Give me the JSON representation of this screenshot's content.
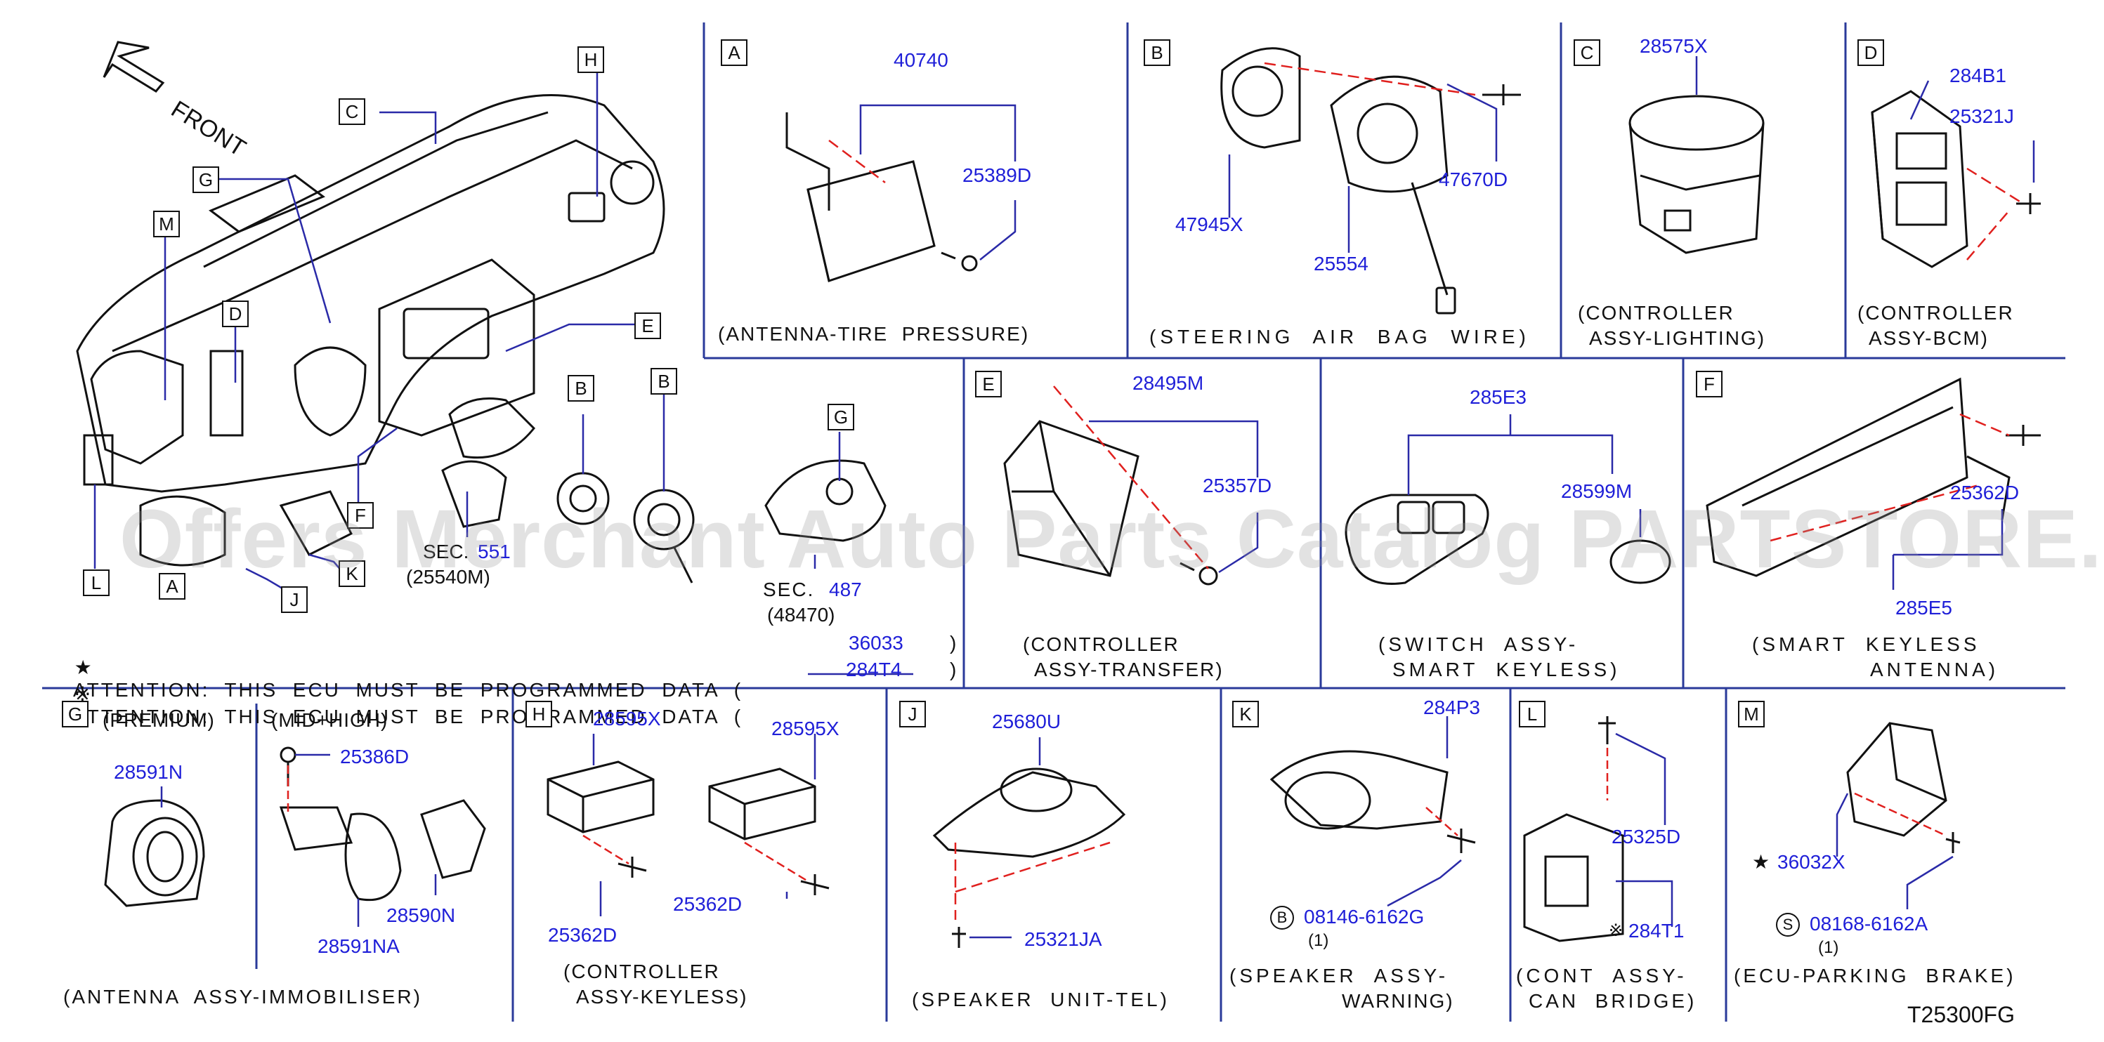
{
  "callouts": {
    "A": "A",
    "B": "B",
    "C": "C",
    "D": "D",
    "E": "E",
    "F": "F",
    "G": "G",
    "H": "H",
    "J": "J",
    "K": "K",
    "L": "L",
    "M": "M"
  },
  "overview": {
    "front_label": "FRONT",
    "sec_551_prefix": "SEC.",
    "sec_551_num": "551",
    "sec_551_sub": "(25540M)",
    "sec_487_prefix": "SEC.",
    "sec_487_num": "487",
    "sec_487_sub": "(48470)"
  },
  "attention": {
    "star_symbol": "★",
    "kome_symbol": "※",
    "text": "ATTENTION:  THIS  ECU  MUST  BE  PROGRAMMED  DATA  (",
    "close": ")",
    "star_code": "36033",
    "kome_code": "284T4"
  },
  "sections": {
    "A": {
      "parts": [
        "40740",
        "25389D"
      ],
      "caption": "(ANTENNA-TIRE  PRESSURE)"
    },
    "B": {
      "parts": [
        "47945X",
        "25554",
        "47670D"
      ],
      "caption": "(STEERING  AIR  BAG  WIRE)"
    },
    "C": {
      "parts": [
        "28575X"
      ],
      "caption_1": "(CONTROLLER",
      "caption_2": "ASSY-LIGHTING)"
    },
    "D": {
      "parts": [
        "284B1",
        "25321J"
      ],
      "caption_1": "(CONTROLLER",
      "caption_2": "ASSY-BCM)"
    },
    "E": {
      "parts": [
        "28495M",
        "25357D"
      ],
      "caption_1": "(CONTROLLER",
      "caption_2": "ASSY-TRANSFER)"
    },
    "SW": {
      "parts": [
        "285E3",
        "28599M"
      ],
      "caption_1": "(SWITCH  ASSY-",
      "caption_2": "SMART  KEYLESS)"
    },
    "F": {
      "parts": [
        "25362D",
        "285E5"
      ],
      "caption_1": "(SMART  KEYLESS",
      "caption_2": "ANTENNA)"
    },
    "G": {
      "premium": "(PREMIUM)",
      "midhigh": "(MID+HIGH)",
      "parts": [
        "28591N",
        "25386D",
        "28590N",
        "28591NA"
      ],
      "caption": "(ANTENNA  ASSY-IMMOBILISER)"
    },
    "H": {
      "parts": [
        "28595X",
        "28595X",
        "25362D",
        "25362D"
      ],
      "caption_1": "(CONTROLLER",
      "caption_2": "ASSY-KEYLESS)"
    },
    "J": {
      "parts": [
        "25680U",
        "25321JA"
      ],
      "caption": "(SPEAKER  UNIT-TEL)"
    },
    "K": {
      "parts": [
        "284P3",
        "08146-6162G"
      ],
      "bolt_symbol": "B",
      "qty": "(1)",
      "caption_1": "(SPEAKER  ASSY-",
      "caption_2": "WARNING)"
    },
    "L": {
      "parts": [
        "25325D",
        "284T1"
      ],
      "caption_1": "(CONT  ASSY-",
      "caption_2": "CAN  BRIDGE)"
    },
    "M": {
      "parts": [
        "36032X",
        "08168-6162A"
      ],
      "bolt_symbol": "S",
      "qty": "(1)",
      "caption": "(ECU-PARKING  BRAKE)"
    }
  },
  "watermark": "Offers Merchant Auto Parts Catalog PARTSTORE.SA",
  "diagram_code": "T25300FG",
  "colors": {
    "part_number": "#1f1fd8",
    "line": "#1a1a1a",
    "leader": "#2a2aa8",
    "dashed": "#e0201e"
  }
}
